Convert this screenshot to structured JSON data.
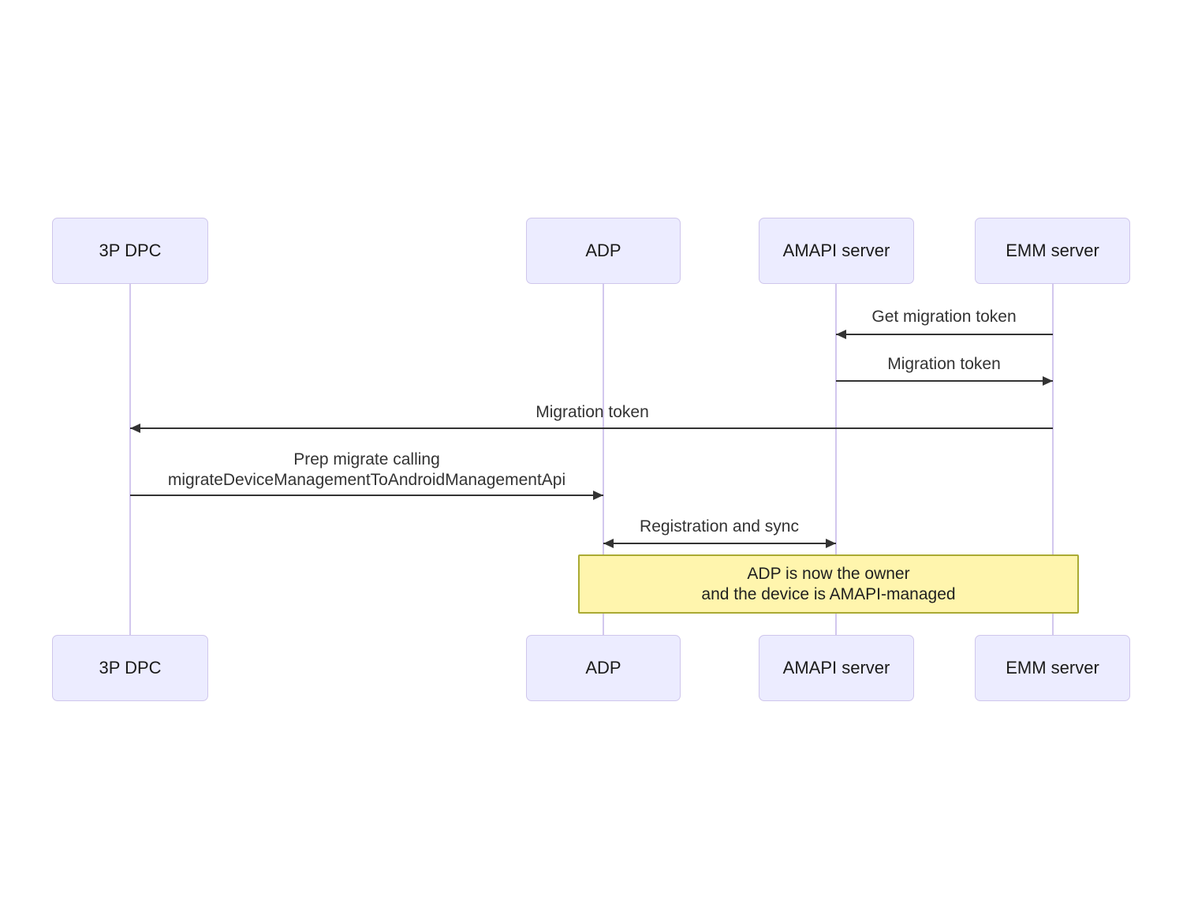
{
  "colors": {
    "actor_fill": "#ECECFF",
    "actor_border": "#CFC6EC",
    "lifeline": "#D2C7EE",
    "arrow": "#333333",
    "note_fill": "#FFF5AD",
    "note_border": "#AAAA33",
    "message_text": "#333333",
    "actor_text": "#1a1a1a"
  },
  "actors": [
    {
      "id": "3p-dpc",
      "label": "3P DPC"
    },
    {
      "id": "adp",
      "label": "ADP"
    },
    {
      "id": "amapi-server",
      "label": "AMAPI server"
    },
    {
      "id": "emm-server",
      "label": "EMM server"
    }
  ],
  "messages": [
    {
      "label": "Get migration token",
      "from": "EMM server",
      "to": "AMAPI server",
      "arrow": "left"
    },
    {
      "label": "Migration token",
      "from": "AMAPI server",
      "to": "EMM server",
      "arrow": "right"
    },
    {
      "label": "Migration token",
      "from": "EMM server",
      "to": "3P DPC",
      "arrow": "left"
    },
    {
      "label": "Prep migrate calling",
      "label_line2": "migrateDeviceManagementToAndroidManagementApi",
      "from": "3P DPC",
      "to": "ADP",
      "arrow": "right"
    },
    {
      "label": "Registration and sync",
      "from": "ADP",
      "to": "AMAPI server",
      "arrow": "both"
    }
  ],
  "note": {
    "line1": "ADP is now the owner",
    "line2": "and the device is AMAPI-managed",
    "over_from": "ADP",
    "over_to": "EMM server"
  }
}
